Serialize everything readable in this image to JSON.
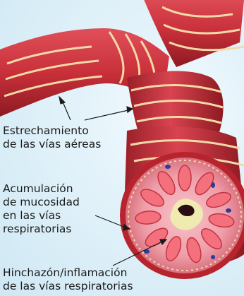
{
  "labels": {
    "airway_narrowing": "Estrechamiento\nde las vías aéreas",
    "mucus_buildup": "Acumulación\nde mucosidad\nen las vías\nrespiratorias",
    "swelling": "Hinchazón/inflamación\nde las vías respiratorias"
  },
  "colors": {
    "background": "#d6ecf6",
    "airway_red": "#c9303a",
    "airway_dark": "#8e1a22",
    "cartilage_band": "#f3d9a8",
    "mucosa_pink": "#f2a9b3",
    "lumen_dark": "#2a0d10",
    "mucus": "#efeab0"
  }
}
